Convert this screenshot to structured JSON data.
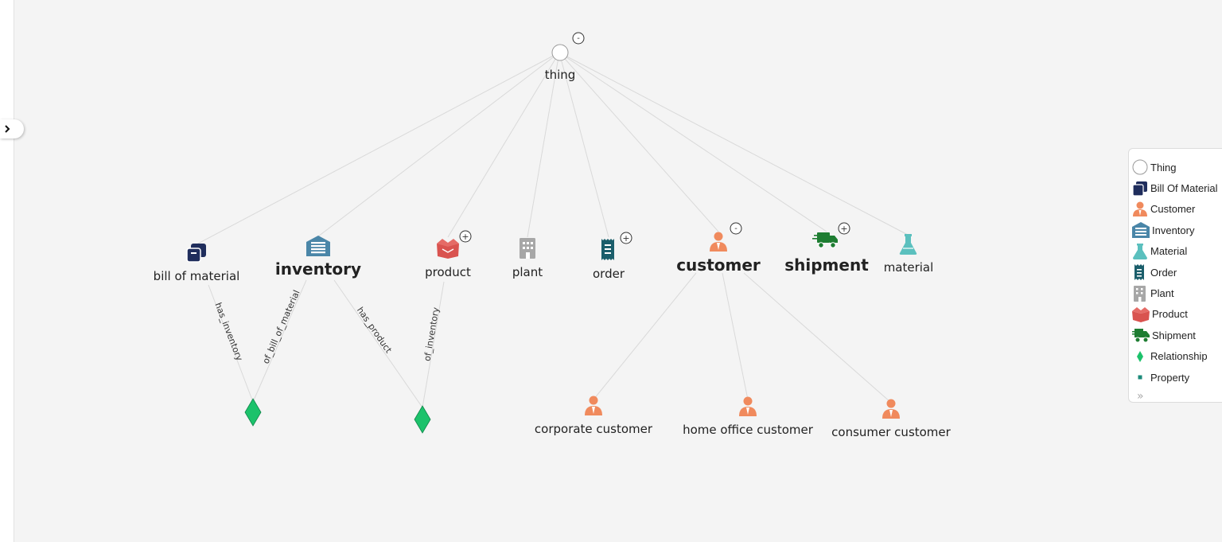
{
  "graph": {
    "nodes": {
      "thing": {
        "label": "thing",
        "icon": "thing-circle-icon",
        "toggle": "-"
      },
      "bill_of_material": {
        "label": "bill of material",
        "icon": "bill-of-material-icon",
        "color": "#1f2d5c"
      },
      "inventory": {
        "label": "inventory",
        "icon": "inventory-icon",
        "color": "#4a86a8"
      },
      "product": {
        "label": "product",
        "icon": "product-icon",
        "color": "#d9534f",
        "toggle": "+"
      },
      "plant": {
        "label": "plant",
        "icon": "plant-icon",
        "color": "#a7a7a7"
      },
      "order": {
        "label": "order",
        "icon": "order-icon",
        "color": "#1b5e6b",
        "toggle": "+"
      },
      "customer": {
        "label": "customer",
        "icon": "customer-icon",
        "color": "#f08a5d",
        "toggle": "-"
      },
      "shipment": {
        "label": "shipment",
        "icon": "shipment-icon",
        "color": "#1e7d32",
        "toggle": "+"
      },
      "material": {
        "label": "material",
        "icon": "material-icon",
        "color": "#5bc0be"
      },
      "corporate_customer": {
        "label": "corporate customer",
        "icon": "customer-icon",
        "color": "#f08a5d"
      },
      "home_office_customer": {
        "label": "home office customer",
        "icon": "customer-icon",
        "color": "#f08a5d"
      },
      "consumer_customer": {
        "label": "consumer customer",
        "icon": "customer-icon",
        "color": "#f08a5d"
      }
    },
    "relationship_color": "#1cc26b",
    "edge_labels": {
      "has_inventory": "has_inventory",
      "of_bill_of_material": "of_bill_of_material",
      "has_product": "has_product",
      "of_inventory": "of_inventory"
    }
  },
  "legend": {
    "items": [
      {
        "label": "Thing",
        "icon": "thing-circle-icon"
      },
      {
        "label": "Bill Of Material",
        "icon": "bill-of-material-icon"
      },
      {
        "label": "Customer",
        "icon": "customer-icon"
      },
      {
        "label": "Inventory",
        "icon": "inventory-icon"
      },
      {
        "label": "Material",
        "icon": "material-icon"
      },
      {
        "label": "Order",
        "icon": "order-icon"
      },
      {
        "label": "Plant",
        "icon": "plant-icon"
      },
      {
        "label": "Product",
        "icon": "product-icon"
      },
      {
        "label": "Shipment",
        "icon": "shipment-icon"
      },
      {
        "label": "Relationship",
        "icon": "relationship-diamond-icon"
      },
      {
        "label": "Property",
        "icon": "property-square-icon"
      }
    ],
    "more": "»"
  }
}
